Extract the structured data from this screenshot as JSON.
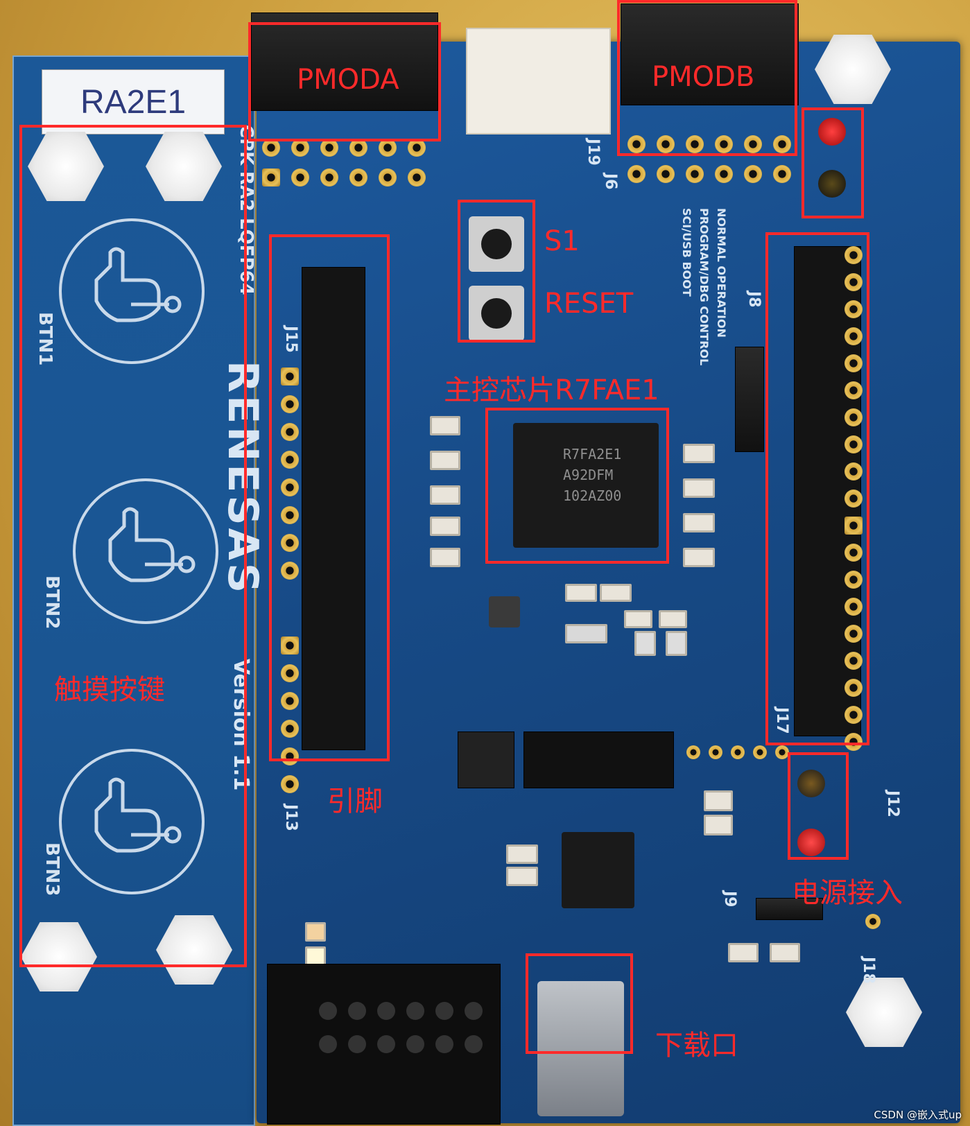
{
  "board": {
    "label_sticker": "RA2E1",
    "silk_model": "CPK-RA2 LQFP64",
    "silk_brand": "RENESAS",
    "silk_version": "Version 1.1",
    "touch_buttons": [
      "BTN1",
      "BTN2",
      "BTN3"
    ],
    "chip_marking": [
      "R7FA2E1",
      "A92DFM",
      "102AZ00"
    ],
    "silk_labels": [
      "J15",
      "J13",
      "J17",
      "J12",
      "J8",
      "J9",
      "J18",
      "J19",
      "J6"
    ],
    "silk_mode_lines": [
      "NORMAL OPERATION",
      "PROGRAM/DBG CONTROL",
      "SCI/USB BOOT"
    ]
  },
  "annotations": {
    "pmoda": "PMODA",
    "pmodb": "PMODB",
    "s1": "S1",
    "reset": "RESET",
    "mcu": "主控芯片R7FAE1",
    "touch_keys": "触摸按键",
    "pins": "引脚",
    "power_in": "电源接入",
    "download": "下载口"
  },
  "colors": {
    "annotation": "#ff2a2a",
    "pcb": "#1a5592"
  },
  "watermark": "CSDN @嵌入式up"
}
